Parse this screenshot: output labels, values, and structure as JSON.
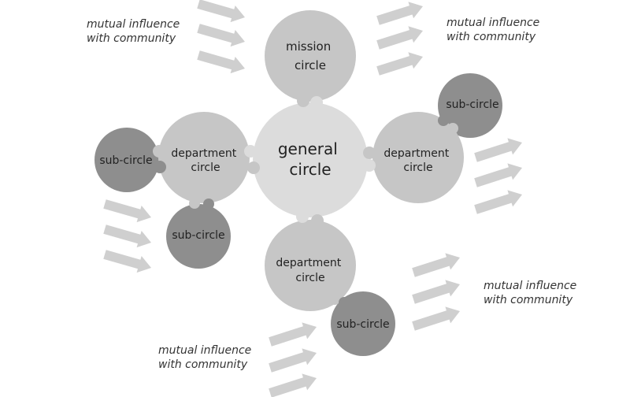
{
  "colors": {
    "general": "#dcdcdc",
    "mission": "#c6c6c6",
    "department": "#c6c6c6",
    "sub": "#8e8e8e",
    "arrow": "#cfcfcf"
  },
  "general_circle": {
    "line1": "general",
    "line2": "circle"
  },
  "mission_circle": {
    "line1": "mission",
    "line2": "circle"
  },
  "department_left": {
    "line1": "department",
    "line2": "circle"
  },
  "department_right": {
    "line1": "department",
    "line2": "circle"
  },
  "department_bottom": {
    "line1": "department",
    "line2": "circle"
  },
  "sub_left": {
    "label": "sub-circle"
  },
  "sub_left_lower": {
    "label": "sub-circle"
  },
  "sub_right": {
    "label": "sub-circle"
  },
  "sub_bottom": {
    "label": "sub-circle"
  },
  "community_top_left": {
    "line1": "mutual influence",
    "line2": "with community"
  },
  "community_top_right": {
    "line1": "mutual influence",
    "line2": "with community"
  },
  "community_right": {
    "line1": "mutual influence",
    "line2": "with community"
  },
  "community_bottom_left": {
    "line1": "mutual influence",
    "line2": "with community"
  }
}
